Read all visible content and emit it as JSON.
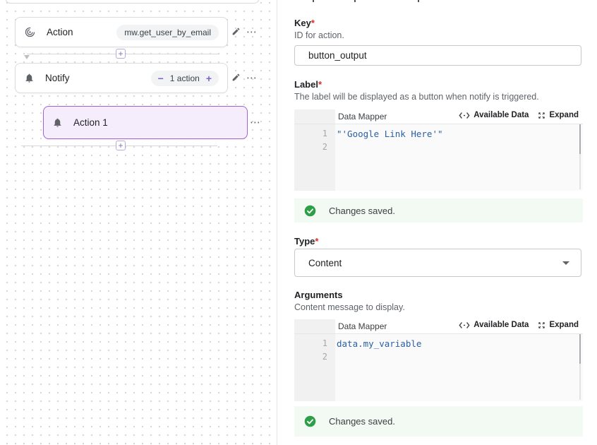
{
  "canvas": {
    "nodes": {
      "action": {
        "label": "Action",
        "chip": "mw.get_user_by_email"
      },
      "notify": {
        "label": "Notify",
        "minus": "−",
        "count": "1 action",
        "plus": "+"
      },
      "action1": {
        "label": "Action 1"
      }
    },
    "connector_plus": "+",
    "more_icon": "⋯"
  },
  "form": {
    "key": {
      "label": "Key",
      "required": "*",
      "help": "ID for action.",
      "value": "button_output"
    },
    "label": {
      "label": "Label",
      "required": "*",
      "help": "The label will be displayed as a button when notify is triggered."
    },
    "type": {
      "label": "Type",
      "required": "*",
      "value": "Content"
    },
    "arguments": {
      "label": "Arguments",
      "help": "Content message to display."
    },
    "saved": {
      "text": "Changes saved."
    }
  },
  "editors": {
    "label_editor": {
      "tab": "Data Mapper",
      "available": "Available Data",
      "expand": "Expand",
      "line1_num": "1",
      "line2_num": "2",
      "line1": "\"'Google Link Here'\"",
      "line2": ""
    },
    "args_editor": {
      "tab": "Data Mapper",
      "available": "Available Data",
      "expand": "Expand",
      "line1_num": "1",
      "line2_num": "2",
      "line1": "data.my_variable",
      "line2": ""
    }
  },
  "colors": {
    "code_blue": "#2a5fa5",
    "accent_purple": "#7c63c7",
    "success_green": "#2f9e49",
    "required_red": "#d93025"
  }
}
